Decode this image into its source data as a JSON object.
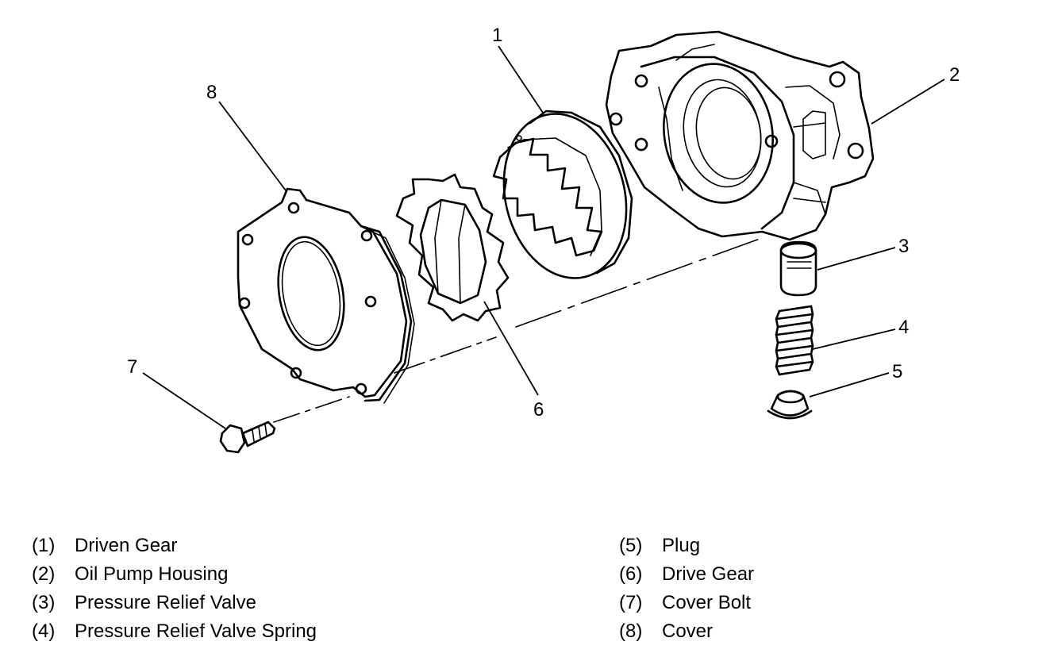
{
  "callouts": {
    "c1": "1",
    "c2": "2",
    "c3": "3",
    "c4": "4",
    "c5": "5",
    "c6": "6",
    "c7": "7",
    "c8": "8"
  },
  "legend": {
    "items": [
      {
        "num": "(1)",
        "label": "Driven Gear"
      },
      {
        "num": "(2)",
        "label": "Oil Pump Housing"
      },
      {
        "num": "(3)",
        "label": "Pressure Relief Valve"
      },
      {
        "num": "(4)",
        "label": "Pressure Relief Valve Spring"
      },
      {
        "num": "(5)",
        "label": "Plug"
      },
      {
        "num": "(6)",
        "label": "Drive Gear"
      },
      {
        "num": "(7)",
        "label": "Cover Bolt"
      },
      {
        "num": "(8)",
        "label": "Cover"
      }
    ]
  }
}
